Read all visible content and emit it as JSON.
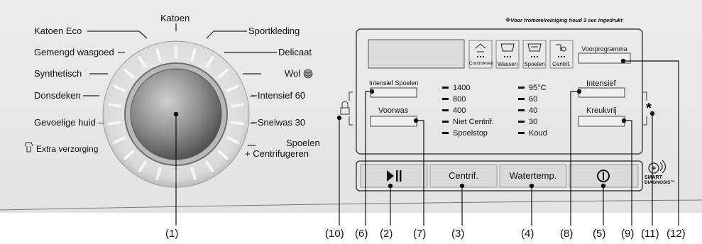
{
  "programs_left": [
    "Katoen Eco",
    "Gemengd wasgoed",
    "Synthetisch",
    "Donsdeken",
    "Gevoelige huid –",
    "Extra verzorging"
  ],
  "program_top": "Katoen",
  "programs_right": [
    "Sportkleding",
    "Delicaat",
    "Wol",
    "– Intensief 60",
    "– Snelwas 30",
    "Spoelen",
    "+ Centrifugeren"
  ],
  "note": "※Voor trommelreiniging houd 3 sec ingedrukt",
  "status_icons": [
    "Controleren",
    "Wassen",
    "Spoelen",
    "Centrif."
  ],
  "buttons": {
    "voorprogramma": "Voorprogramma",
    "intensief_spoelen": "Intensief Spoelen",
    "voorwas": "Voorwas",
    "intensief": "Intensief",
    "kreukvrij": "Kreukvrij",
    "centrif": "Centrif.",
    "watertemp": "Watertemp.",
    "star": "*"
  },
  "spin_options": [
    "1400",
    "800",
    "400",
    "Niet Centrif.",
    "Spoelstop"
  ],
  "temp_options": [
    "95°C",
    "60",
    "40",
    "30",
    "Koud"
  ],
  "smart": [
    "SMART",
    "DIAGNOSIS™"
  ],
  "callouts": [
    "(1)",
    "(2)",
    "(3)",
    "(4)",
    "(5)",
    "(6)",
    "(7)",
    "(8)",
    "(9)",
    "(10)",
    "(11)",
    "(12)"
  ],
  "icons": [
    "wool-icon",
    "extra-care-icon",
    "child-lock-icon",
    "play-pause-icon",
    "power-icon",
    "smart-diagnosis-icon"
  ]
}
